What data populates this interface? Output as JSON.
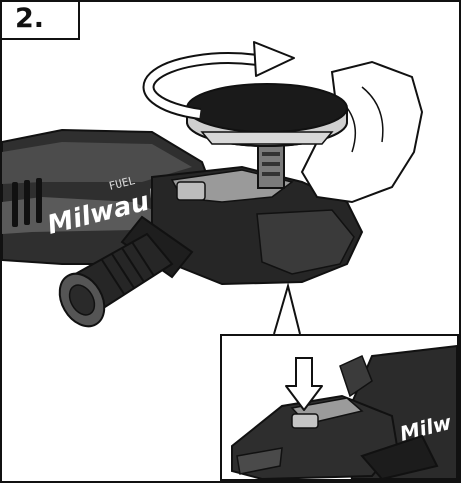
{
  "step": {
    "label": "2."
  },
  "tool": {
    "brand": "Milwaukee",
    "series": "FUEL",
    "brand_inset": "Milw"
  },
  "icons": {
    "rotation": "rotation-arrow-icon",
    "press": "press-down-arrow-icon",
    "logo": "milwaukee-logo"
  },
  "colors": {
    "outline": "#111111",
    "body_dark": "#2a2a2a",
    "body_mid": "#4a4a4a",
    "body_light": "#8c8c8c",
    "pad": "#1a1a1a",
    "background": "#ffffff"
  }
}
